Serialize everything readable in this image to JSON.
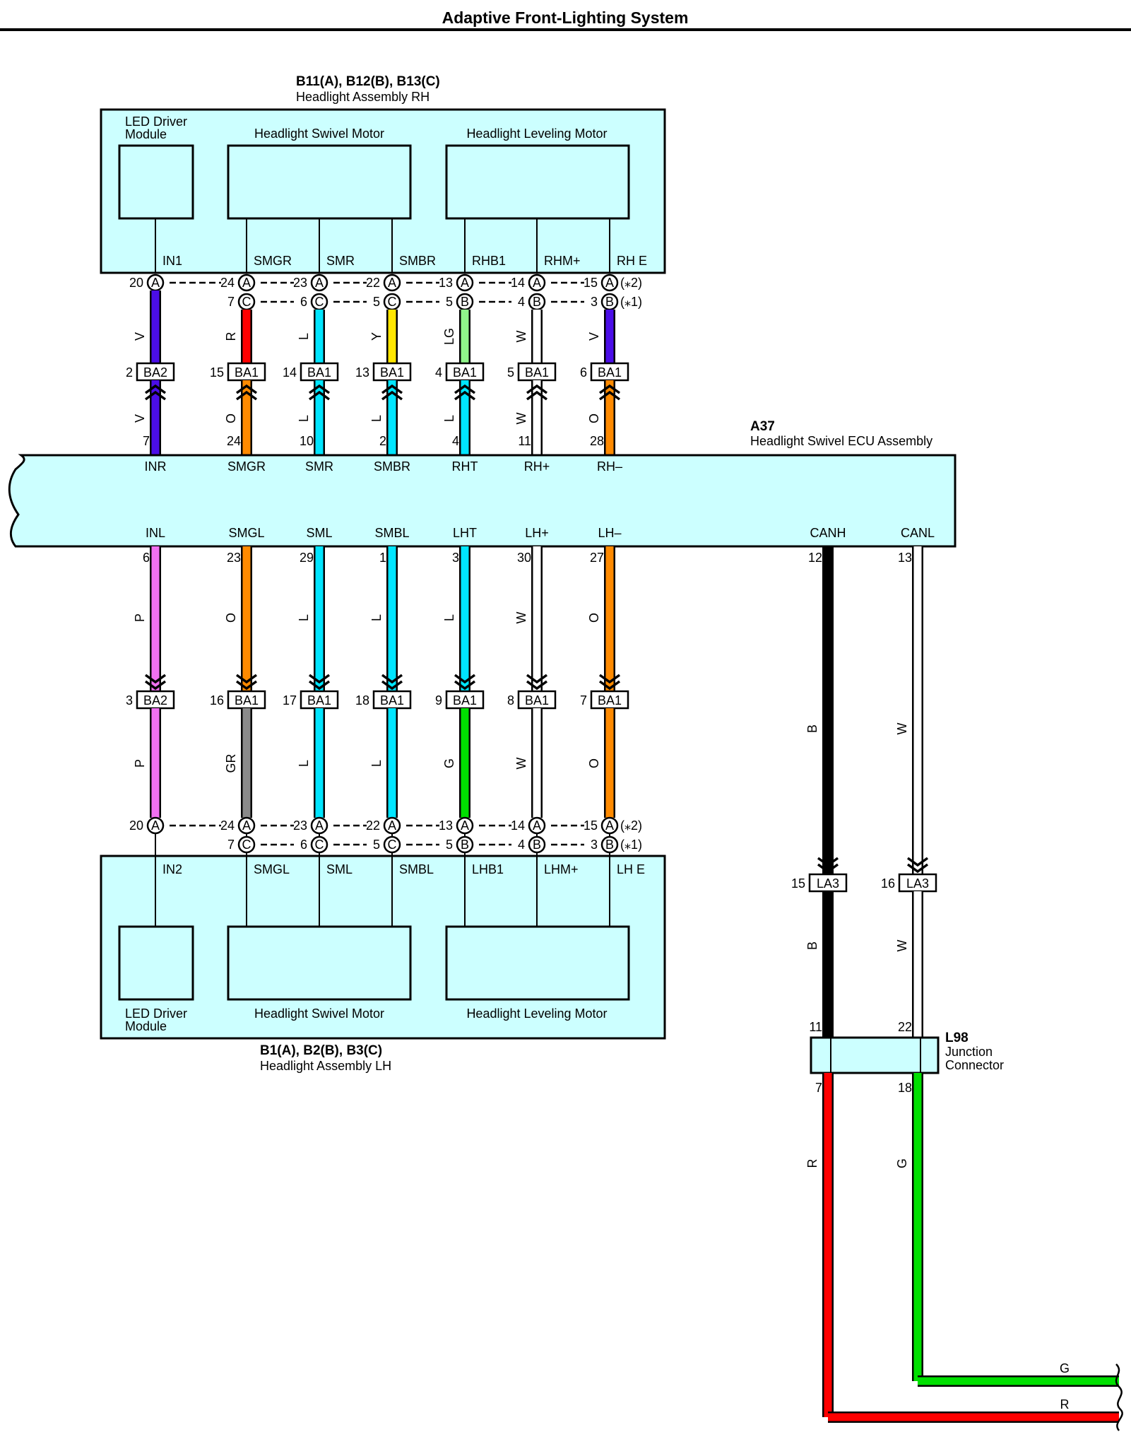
{
  "title": "Adaptive Front-Lighting System",
  "colors": {
    "box_fill": "#ccffff",
    "V": "#4b0ee8",
    "R": "#ff0000",
    "L": "#00e5ff",
    "Y": "#ffe600",
    "LG": "#90f58a",
    "W": "#ffffff",
    "O": "#ff8a00",
    "P": "#f070f0",
    "GR": "#8a8a8a",
    "G": "#00e000",
    "B": "#000000"
  },
  "rh_assembly": {
    "code": "B11(A), B12(B), B13(C)",
    "name": "Headlight Assembly RH",
    "led_label": [
      "LED Driver",
      "Module"
    ],
    "swivel_label": "Headlight Swivel Motor",
    "leveling_label": "Headlight Leveling Motor",
    "terminals": [
      {
        "name": "IN1",
        "a": "20",
        "c": ""
      },
      {
        "name": "SMGR",
        "a": "24",
        "c": "7"
      },
      {
        "name": "SMR",
        "a": "23",
        "c": "6"
      },
      {
        "name": "SMBR",
        "a": "22",
        "c": "5"
      },
      {
        "name": "RHB1",
        "a": "13",
        "c": "5"
      },
      {
        "name": "RHM+",
        "a": "14",
        "c": "4"
      },
      {
        "name": "RH E",
        "a": "15",
        "c": "3"
      }
    ],
    "conn_letters_top": [
      "A",
      "A",
      "A",
      "A",
      "A",
      "A",
      "A"
    ],
    "conn_letters_bottom": [
      "",
      "C",
      "C",
      "C",
      "B",
      "B",
      "B"
    ],
    "note2": "(⁎2)",
    "note1": "(⁎1)",
    "upper_wires": [
      "V",
      "R",
      "L",
      "Y",
      "LG",
      "W",
      "V"
    ],
    "junction": [
      {
        "pin": "2",
        "code": "BA2"
      },
      {
        "pin": "15",
        "code": "BA1"
      },
      {
        "pin": "14",
        "code": "BA1"
      },
      {
        "pin": "13",
        "code": "BA1"
      },
      {
        "pin": "4",
        "code": "BA1"
      },
      {
        "pin": "5",
        "code": "BA1"
      },
      {
        "pin": "6",
        "code": "BA1"
      }
    ],
    "lower_wires": [
      "V",
      "O",
      "L",
      "L",
      "L",
      "W",
      "O"
    ]
  },
  "ecu": {
    "code": "A37",
    "name": "Headlight Swivel ECU Assembly",
    "top_pins": [
      {
        "pin": "7",
        "name": "INR"
      },
      {
        "pin": "24",
        "name": "SMGR"
      },
      {
        "pin": "10",
        "name": "SMR"
      },
      {
        "pin": "2",
        "name": "SMBR"
      },
      {
        "pin": "4",
        "name": "RHT"
      },
      {
        "pin": "11",
        "name": "RH+"
      },
      {
        "pin": "28",
        "name": "RH–"
      }
    ],
    "bottom_pins": [
      {
        "pin": "6",
        "name": "INL"
      },
      {
        "pin": "23",
        "name": "SMGL"
      },
      {
        "pin": "29",
        "name": "SML"
      },
      {
        "pin": "1",
        "name": "SMBL"
      },
      {
        "pin": "3",
        "name": "LHT"
      },
      {
        "pin": "30",
        "name": "LH+"
      },
      {
        "pin": "27",
        "name": "LH–"
      }
    ],
    "can_pins": [
      {
        "pin": "12",
        "name": "CANH"
      },
      {
        "pin": "13",
        "name": "CANL"
      }
    ]
  },
  "lh_assembly": {
    "code": "B1(A), B2(B), B3(C)",
    "name": "Headlight Assembly LH",
    "led_label": [
      "LED Driver",
      "Module"
    ],
    "swivel_label": "Headlight Swivel Motor",
    "leveling_label": "Headlight Leveling Motor",
    "upper_wires": [
      "P",
      "O",
      "L",
      "L",
      "L",
      "W",
      "O"
    ],
    "junction": [
      {
        "pin": "3",
        "code": "BA2"
      },
      {
        "pin": "16",
        "code": "BA1"
      },
      {
        "pin": "17",
        "code": "BA1"
      },
      {
        "pin": "18",
        "code": "BA1"
      },
      {
        "pin": "9",
        "code": "BA1"
      },
      {
        "pin": "8",
        "code": "BA1"
      },
      {
        "pin": "7",
        "code": "BA1"
      }
    ],
    "lower_wires": [
      "P",
      "GR",
      "L",
      "L",
      "G",
      "W",
      "O"
    ],
    "terminals": [
      {
        "name": "IN2",
        "a": "20",
        "c": ""
      },
      {
        "name": "SMGL",
        "a": "24",
        "c": "7"
      },
      {
        "name": "SML",
        "a": "23",
        "c": "6"
      },
      {
        "name": "SMBL",
        "a": "22",
        "c": "5"
      },
      {
        "name": "LHB1",
        "a": "13",
        "c": "5"
      },
      {
        "name": "LHM+",
        "a": "14",
        "c": "4"
      },
      {
        "name": "LH E",
        "a": "15",
        "c": "3"
      }
    ],
    "conn_letters_top": [
      "A",
      "A",
      "A",
      "A",
      "A",
      "A",
      "A"
    ],
    "conn_letters_bottom": [
      "",
      "C",
      "C",
      "C",
      "B",
      "B",
      "B"
    ],
    "note2": "(⁎2)",
    "note1": "(⁎1)"
  },
  "can": {
    "upper_wires": [
      "B",
      "W"
    ],
    "junction": [
      {
        "pin": "15",
        "code": "LA3"
      },
      {
        "pin": "16",
        "code": "LA3"
      }
    ],
    "lower_wires": [
      "B",
      "W"
    ],
    "jc_code": "L98",
    "jc_name": [
      "Junction",
      "Connector"
    ],
    "jc_in_pins": [
      "11",
      "22"
    ],
    "jc_out_pins": [
      "7",
      "18"
    ],
    "out_wires": [
      "R",
      "G"
    ],
    "end_labels": [
      "G",
      "R"
    ]
  }
}
